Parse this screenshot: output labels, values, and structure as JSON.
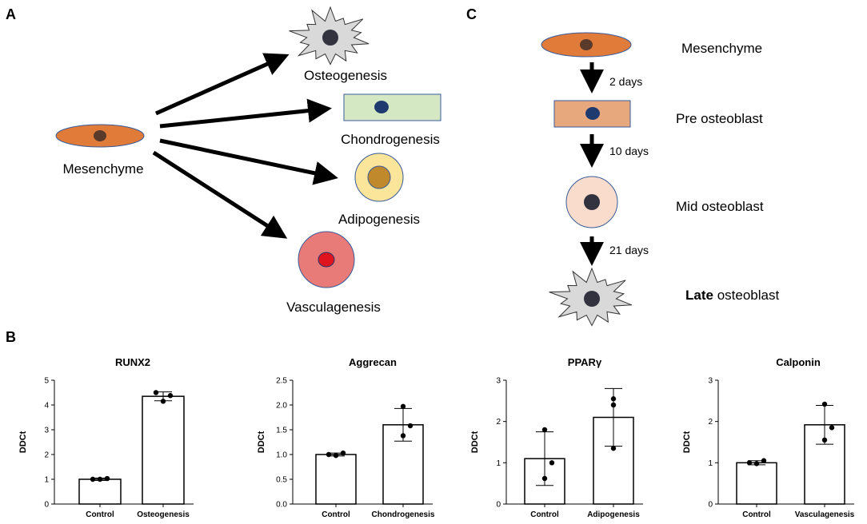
{
  "panels": {
    "a": {
      "letter": "A",
      "source_label": "Mesenchyme",
      "targets": [
        "Osteogenesis",
        "Chondrogenesis",
        "Adipogenesis",
        "Vasculagenesis"
      ]
    },
    "b": {
      "letter": "B"
    },
    "c": {
      "letter": "C",
      "stages": [
        {
          "bold": "",
          "label": "Mesenchyme"
        },
        {
          "bold": "",
          "label": "Pre  osteoblast"
        },
        {
          "bold": "",
          "label": "Mid  osteoblast"
        },
        {
          "bold": "Late",
          "label": " osteoblast"
        }
      ],
      "intervals": [
        "2 days",
        "10 days",
        "21 days"
      ]
    }
  },
  "colors": {
    "mesenchyme": "#e07b39",
    "osteo_cell": "#d9d9d9",
    "chondro_cell": "#d5e8c4",
    "adipo_outer": "#fbe59a",
    "adipo_inner": "#c08a2c",
    "vascular_cell": "#e87a78",
    "vascular_nucleus": "#e0141e",
    "pre_osteo": "#e8a87e",
    "mid_osteo": "#f9dccb",
    "nucleus": "#333340",
    "chondro_nucleus": "#1f3a6e",
    "outline": "#3a5a9a"
  },
  "chart_data": [
    {
      "type": "bar",
      "title": "RUNX2",
      "ylabel": "DDCt",
      "categories": [
        "Control",
        "Osteogenesis"
      ],
      "values": [
        1.0,
        4.35
      ],
      "errors": [
        0.05,
        0.18
      ],
      "points": [
        [
          1.0,
          1.0,
          1.03
        ],
        [
          4.5,
          4.15,
          4.38
        ]
      ],
      "ylim": [
        0,
        5
      ],
      "yticks": [
        "0",
        "1",
        "2",
        "3",
        "4",
        "5"
      ]
    },
    {
      "type": "bar",
      "title": "Aggrecan",
      "ylabel": "DDCt",
      "categories": [
        "Control",
        "Chondrogenesis"
      ],
      "values": [
        1.0,
        1.6
      ],
      "errors": [
        0.03,
        0.33
      ],
      "points": [
        [
          1.0,
          0.98,
          1.03
        ],
        [
          1.97,
          1.38,
          1.58
        ]
      ],
      "ylim": [
        0,
        2.5
      ],
      "yticks": [
        "0.0",
        "0.5",
        "1.0",
        "1.5",
        "2.0",
        "2.5"
      ]
    },
    {
      "type": "bar",
      "title": "PPARγ",
      "ylabel": "DDCt",
      "categories": [
        "Control",
        "Adipogenesis"
      ],
      "values": [
        1.1,
        2.1
      ],
      "errors": [
        0.65,
        0.7
      ],
      "points": [
        [
          1.8,
          0.62,
          1.0
        ],
        [
          2.55,
          1.35,
          2.4
        ]
      ],
      "ylim": [
        0,
        3
      ],
      "yticks": [
        "0",
        "1",
        "2",
        "3"
      ]
    },
    {
      "type": "bar",
      "title": "Calponin",
      "ylabel": "DDCt",
      "categories": [
        "Control",
        "Vasculagenesis"
      ],
      "values": [
        1.0,
        1.92
      ],
      "errors": [
        0.05,
        0.47
      ],
      "points": [
        [
          1.0,
          0.98,
          1.05
        ],
        [
          2.42,
          1.55,
          1.85
        ]
      ],
      "ylim": [
        0,
        3
      ],
      "yticks": [
        "0",
        "1",
        "2",
        "3"
      ]
    }
  ]
}
